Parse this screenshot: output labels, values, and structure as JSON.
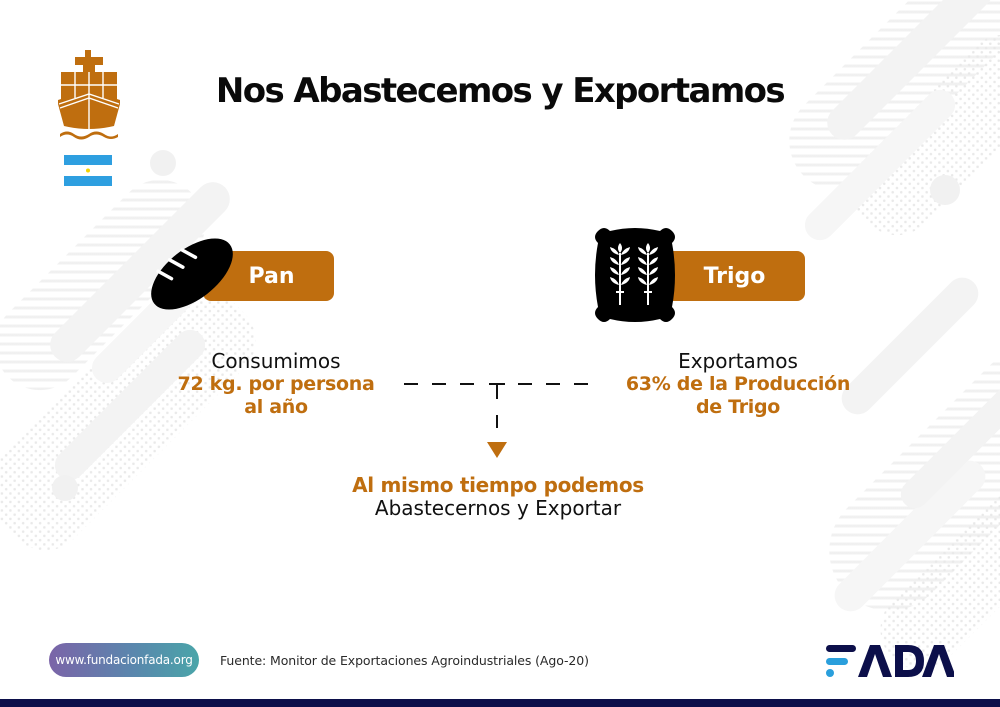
{
  "header": {
    "title": "Nos Abastecemos y Exportamos",
    "icons": [
      "cargo-ship-icon",
      "argentina-flag-icon"
    ]
  },
  "left_item": {
    "icon": "bread-icon",
    "label": "Pan",
    "lead": "Consumimos",
    "highlight_line1": "72 kg. por persona",
    "highlight_line2": "al año"
  },
  "right_item": {
    "icon": "wheat-sack-icon",
    "label": "Trigo",
    "lead": "Exportamos",
    "highlight_line1": "63% de la Producción",
    "highlight_line2": "de Trigo"
  },
  "conclusion": {
    "highlight": "Al mismo tiempo podemos",
    "text": "Abastecernos y Exportar"
  },
  "footer": {
    "url": "www.fundacionfada.org",
    "source": "Fuente: Monitor de Exportaciones Agroindustriales (Ago-20)",
    "logo": "FADA"
  },
  "colors": {
    "accent": "#bf6e0f",
    "text": "#111111",
    "navy": "#0c0f4a",
    "logo_blue": "#2a9fdc",
    "flag_blue": "#2e9fe0",
    "flag_sun": "#f5d300"
  }
}
